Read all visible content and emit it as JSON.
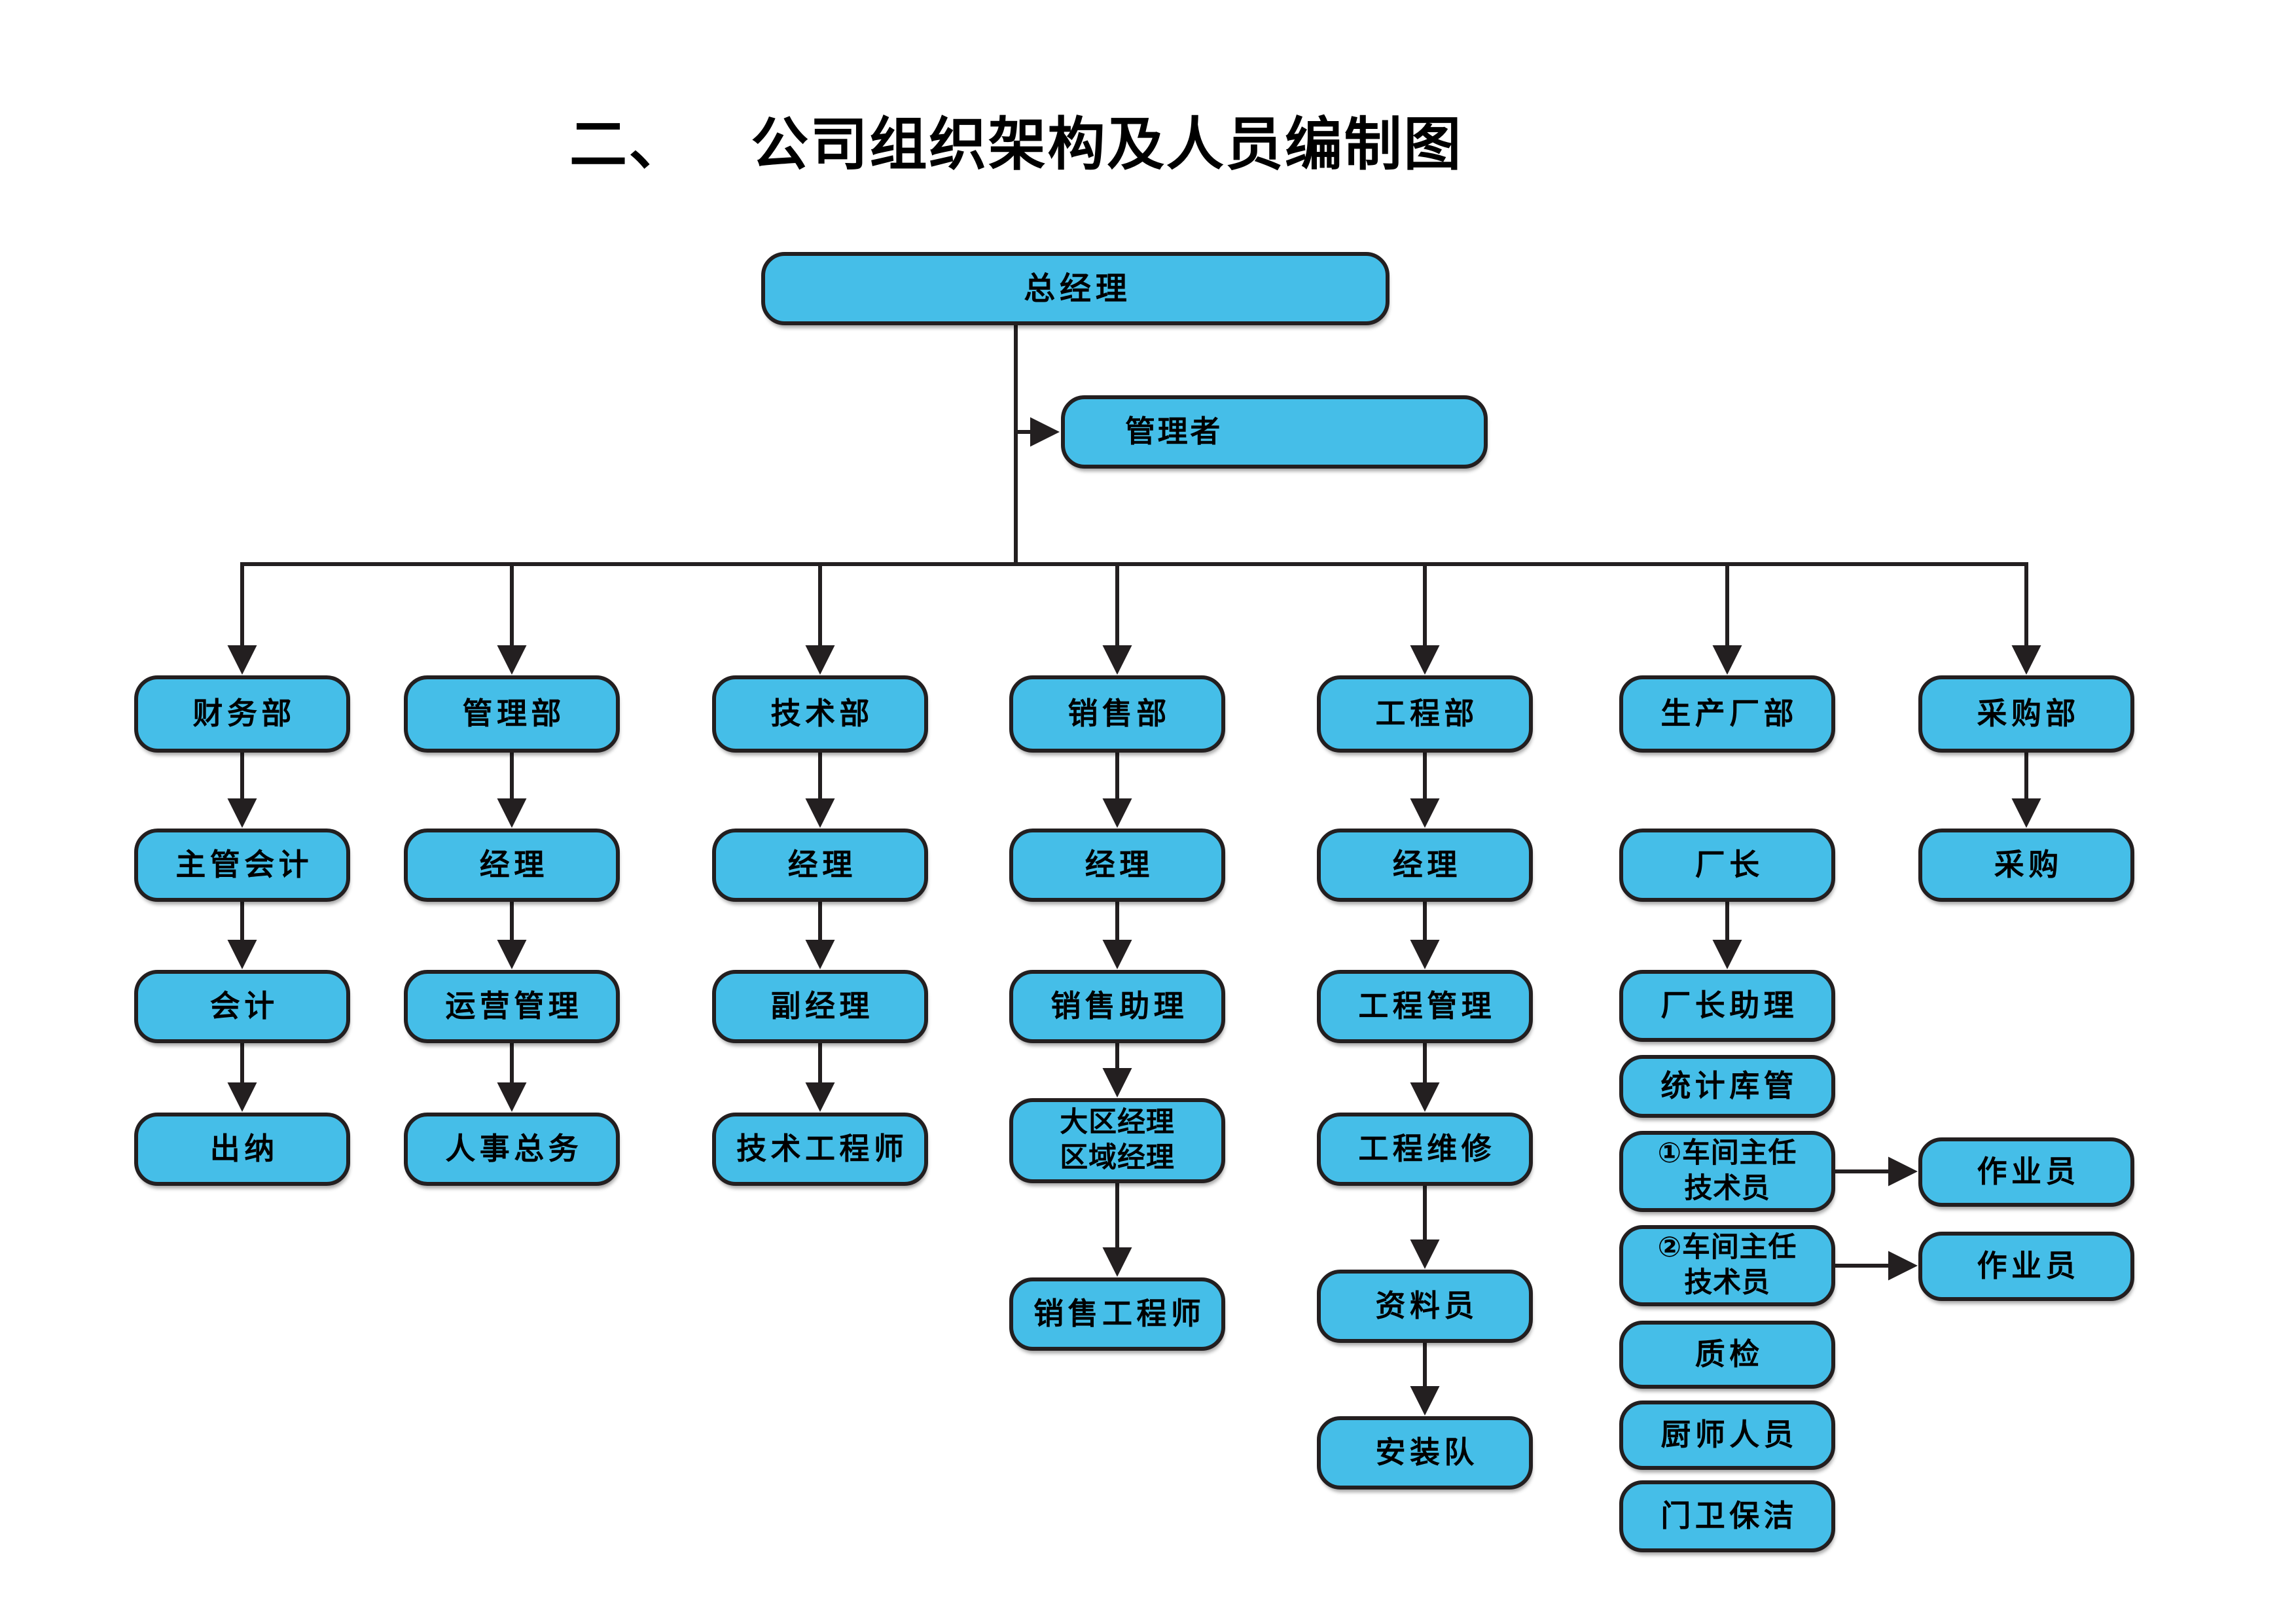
{
  "title": {
    "numbering": "二、",
    "text": "公司组织架构及人员编制图"
  },
  "colors": {
    "box_fill": "#45BEE8",
    "box_border": "#231F20",
    "connector": "#231F20",
    "text": "#000000",
    "background": "#FFFFFF"
  },
  "root": {
    "label": "总经理"
  },
  "staff": {
    "label": "管理者"
  },
  "columns": [
    {
      "department": "财务部",
      "nodes": [
        "主管会计",
        "会计",
        "出纳"
      ]
    },
    {
      "department": "管理部",
      "nodes": [
        "经理",
        "运营管理",
        "人事总务"
      ]
    },
    {
      "department": "技术部",
      "nodes": [
        "经理",
        "副经理",
        "技术工程师"
      ]
    },
    {
      "department": "销售部",
      "nodes": [
        "经理",
        "销售助理",
        "大区经理\n区域经理",
        "销售工程师"
      ]
    },
    {
      "department": "工程部",
      "nodes": [
        "经理",
        "工程管理",
        "工程维修",
        "资料员",
        "安装队"
      ]
    },
    {
      "department": "生产厂部",
      "nodes": [
        "厂长",
        "厂长助理",
        "统计库管",
        "①车间主任\n技术员",
        "②车间主任\n技术员",
        "质检",
        "厨师人员",
        "门卫保洁"
      ]
    },
    {
      "department": "采购部",
      "nodes": [
        "采购"
      ]
    }
  ],
  "operators": [
    "作业员",
    "作业员"
  ]
}
